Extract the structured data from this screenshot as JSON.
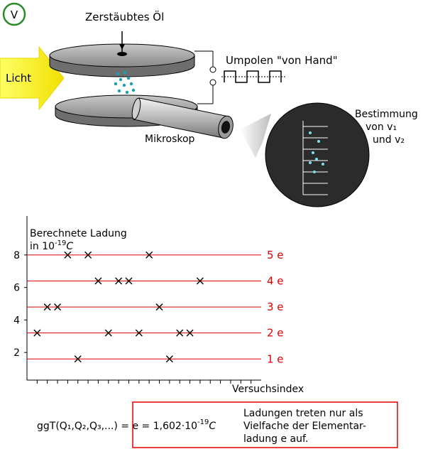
{
  "badge": "V",
  "apparatus": {
    "oil_label": "Zerstäubtes Öl",
    "light_label": "Licht",
    "polarity_label": "Umpolen \"von Hand\"",
    "microscope_label": "Mikroskop",
    "measurement_label_line1": "Bestimmung",
    "measurement_label_line2": "von v₁",
    "measurement_label_line3": "und v₂"
  },
  "chart_data": {
    "type": "scatter",
    "ylabel_line1": "Berechnete Ladung",
    "ylabel_line2_prefix": "in 10",
    "ylabel_line2_exp": "-19",
    "ylabel_line2_unit": "C",
    "xlabel": "Versuchsindex",
    "yticks": [
      "8",
      "6",
      "4",
      "2"
    ],
    "ytick_values": [
      8,
      6,
      4,
      2
    ],
    "ylim": [
      0.3,
      10.4
    ],
    "xlim": [
      0,
      23
    ],
    "levels": [
      {
        "value": 1.6,
        "label": "1 e"
      },
      {
        "value": 3.2,
        "label": "2 e"
      },
      {
        "value": 4.8,
        "label": "3 e"
      },
      {
        "value": 6.4,
        "label": "4 e"
      },
      {
        "value": 8.0,
        "label": "5 e"
      }
    ],
    "points": [
      {
        "x": 1,
        "y": 3.2
      },
      {
        "x": 2,
        "y": 4.8
      },
      {
        "x": 3,
        "y": 4.8
      },
      {
        "x": 4,
        "y": 8.0
      },
      {
        "x": 5,
        "y": 1.6
      },
      {
        "x": 6,
        "y": 8.0
      },
      {
        "x": 7,
        "y": 6.4
      },
      {
        "x": 8,
        "y": 3.2
      },
      {
        "x": 9,
        "y": 6.4
      },
      {
        "x": 10,
        "y": 6.4
      },
      {
        "x": 11,
        "y": 3.2
      },
      {
        "x": 12,
        "y": 8.0
      },
      {
        "x": 13,
        "y": 4.8
      },
      {
        "x": 14,
        "y": 1.6
      },
      {
        "x": 15,
        "y": 3.2
      },
      {
        "x": 16,
        "y": 3.2
      },
      {
        "x": 17,
        "y": 6.4
      }
    ]
  },
  "formula": {
    "lhs": "ggT(Q₁,Q₂,Q₃,...) = e = 1,602·10",
    "exp": "-19",
    "unit": "C"
  },
  "conclusion": {
    "line1": "Ladungen treten nur als",
    "line2": "Vielfache der Elementar-",
    "line3": "ladung e auf."
  },
  "colors": {
    "level_line": "#e00000",
    "droplet": "#1a9fb0",
    "arrow_fill": "#f4f000",
    "box_border": "#e00000"
  }
}
